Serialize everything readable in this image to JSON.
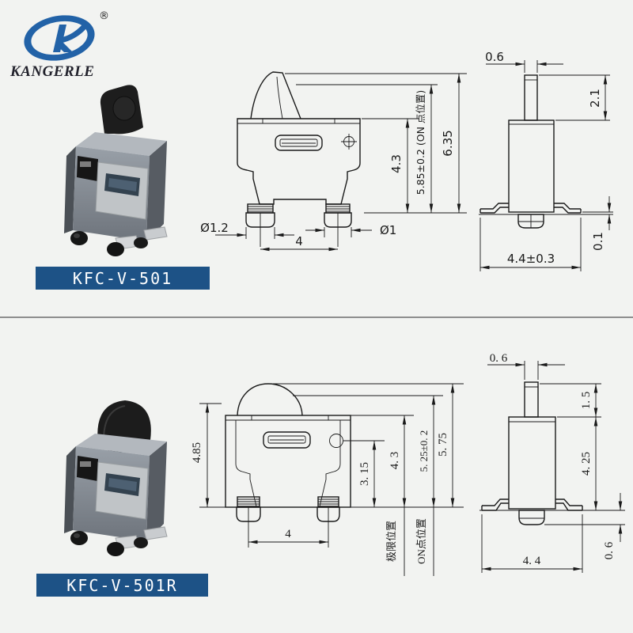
{
  "page": {
    "background": "#f2f3f1",
    "divider_color": "#8d8d8d",
    "line_color": "#1a1a1a",
    "accent_blue": "#1d5286",
    "logo_blue": "#2262a7"
  },
  "logo": {
    "brand": "KANGERLE",
    "registered": "®"
  },
  "section1": {
    "model": "KFC-V-501",
    "front": {
      "total_height": "6.35",
      "on_point": "5.85±0.2 (ON 点位置)",
      "body_height": "4.3",
      "pin_dia_left": "Ø1.2",
      "pin_pitch": "4",
      "pin_dia_right": "Ø1"
    },
    "side": {
      "actuator_width": "0.6",
      "actuator_height": "2.1",
      "foot_thickness": "0.1",
      "body_width": "4.4±0.3"
    }
  },
  "section2": {
    "model": "KFC-V-501R",
    "front": {
      "lever_height": "4.85",
      "circle_height": "3. 15",
      "body_height": "4. 3",
      "on_point": "5. 25±0. 2",
      "total_height": "5. 75",
      "pin_pitch": "4",
      "limit_position": "极限位置",
      "on_position": "ON点位置"
    },
    "side": {
      "actuator_width": "0. 6",
      "actuator_height": "1. 5",
      "body_height": "4. 25",
      "pin_depth": "0. 6",
      "body_width": "4. 4"
    }
  }
}
